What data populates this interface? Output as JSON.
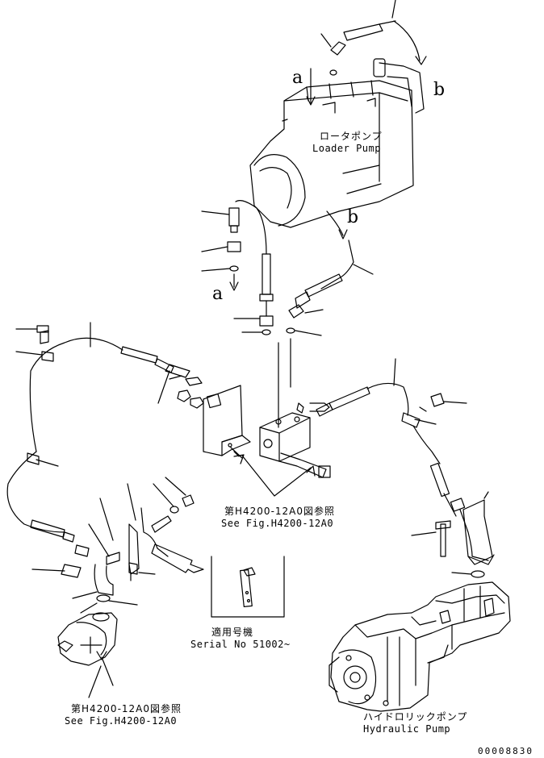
{
  "labels": {
    "loader_pump_jp": "ロータポンプ",
    "loader_pump_en": "Loader Pump",
    "ref_a_top": "a",
    "ref_a_mid": "a",
    "ref_b_right": "b",
    "ref_b_mid": "b",
    "see_fig_1_jp": "第H4200-12A0図参照",
    "see_fig_1_en": "See Fig.H4200-12A0",
    "serial_jp": "適用号機",
    "serial_en": "Serial No 51002~",
    "see_fig_2_jp": "第H4200-12A0図参照",
    "see_fig_2_en": "See Fig.H4200-12A0",
    "hydraulic_pump_jp": "ハイドロリックポンプ",
    "hydraulic_pump_en": "Hydraulic Pump",
    "drawing_code": "00008830"
  }
}
